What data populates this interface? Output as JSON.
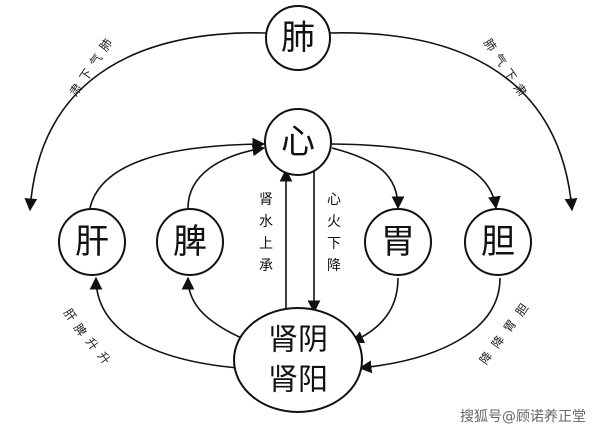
{
  "nodes": {
    "lung": "肺",
    "heart": "心",
    "liver": "肝",
    "spleen": "脾",
    "stomach": "胃",
    "gallbladder": "胆",
    "kidney_yin": "肾阴",
    "kidney_yang": "肾阳"
  },
  "labels": {
    "kidney_water_up": [
      "肾",
      "水",
      "上",
      "承"
    ],
    "heart_fire_down": [
      "心",
      "火",
      "下",
      "降"
    ],
    "lung_qi_left": [
      "肺",
      "气",
      "下",
      "肃"
    ],
    "lung_qi_right": [
      "肺",
      "气",
      "下",
      "肃"
    ],
    "liver_ascend": [
      "肝",
      "脾",
      "升",
      "升"
    ],
    "gall_descend": [
      "胆",
      "胃",
      "降",
      "降"
    ]
  },
  "watermark": "搜狐号@顾诺养正堂"
}
